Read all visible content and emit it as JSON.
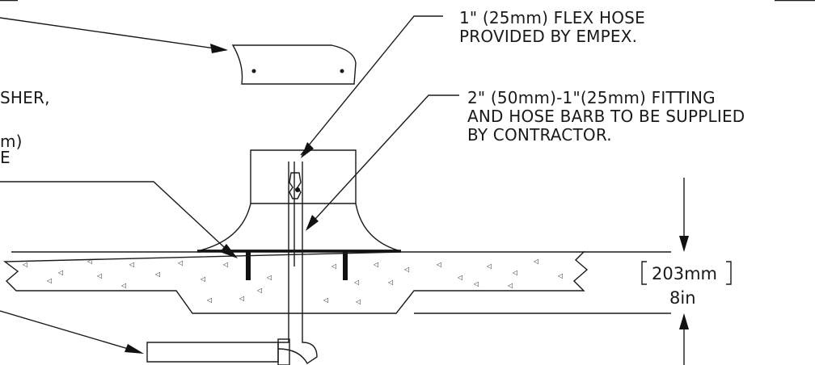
{
  "annotations": {
    "flex_hose": [
      "1\" (25mm) FLEX HOSE",
      "PROVIDED BY EMPEX."
    ],
    "fitting": [
      "2\" (50mm)-1\"(25mm) FITTING",
      "AND HOSE BARB TO BE SUPPLIED",
      "BY CONTRACTOR."
    ],
    "left_partial_1": "SHER,",
    "left_partial_2": [
      "m)",
      "E"
    ]
  },
  "dimension": {
    "metric": "203mm",
    "imperial": "8in"
  }
}
